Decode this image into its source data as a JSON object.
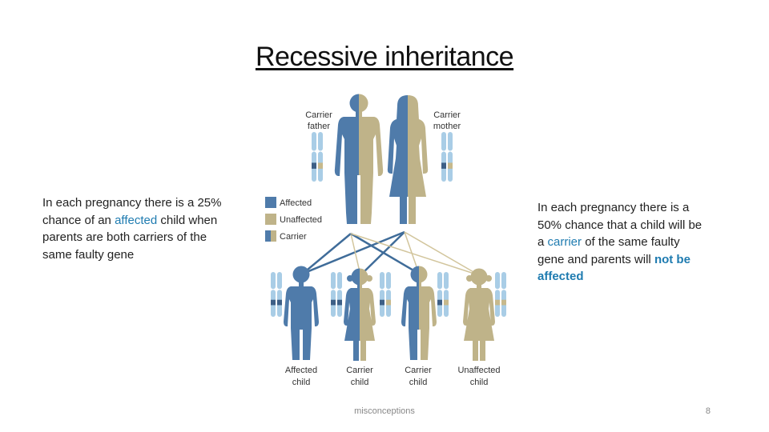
{
  "slide": {
    "title": "Recessive inheritance",
    "footer": "misconceptions",
    "page_number": "8"
  },
  "left_text": {
    "prefix": "In each pregnancy there is a 25% chance of an ",
    "highlight": "affected",
    "suffix": " child when parents are both carriers of the same faulty gene"
  },
  "right_text": {
    "prefix": "In each pregnancy there is a 50% chance that a child will be a ",
    "highlight": "carrier",
    "middle": " of the same faulty gene and parents will ",
    "highlight2": "not be affected"
  },
  "diagram": {
    "parents": {
      "father_label_1": "Carrier",
      "father_label_2": "father",
      "mother_label_1": "Carrier",
      "mother_label_2": "mother"
    },
    "legend": {
      "affected": "Affected",
      "unaffected": "Unaffected",
      "carrier": "Carrier"
    },
    "children": {
      "c1_line1": "Affected",
      "c1_line2": "child",
      "c2_line1": "Carrier",
      "c2_line2": "child",
      "c3_line1": "Carrier",
      "c3_line2": "child",
      "c4_line1": "Unaffected",
      "c4_line2": "child"
    },
    "colors": {
      "affected": "#4f7baa",
      "unaffected": "#bfb389",
      "chromosome": "#a9cde6",
      "band_affected": "#3d5f86",
      "band_unaffected": "#c7b98c",
      "line_affected": "#3f6c99",
      "line_unaffected": "#d2c59c"
    }
  }
}
